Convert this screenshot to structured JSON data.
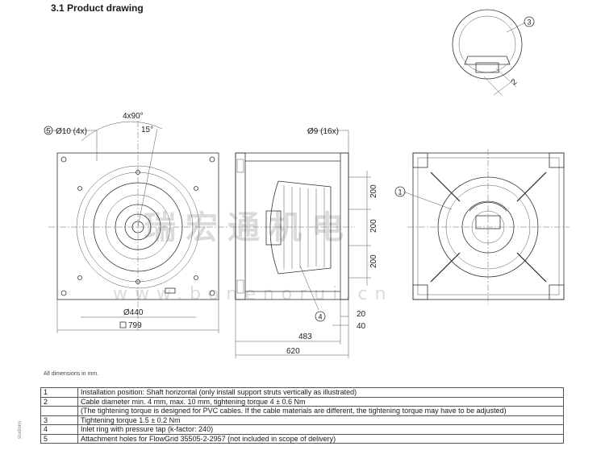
{
  "heading": "3.1 Product drawing",
  "dims": {
    "angle_4x90": "4x90°",
    "angle_15": "15°",
    "label_5": "5",
    "holes_10": "Ø10 (4x)",
    "holes_9": "Ø9 (16x)",
    "d440": "Ø440",
    "sq799": "799",
    "d200a": "200",
    "d200b": "200",
    "d200c": "200",
    "d20": "20",
    "d40": "40",
    "d483": "483",
    "d620": "620",
    "label_1": "1",
    "label_2": "2",
    "label_3": "3",
    "label_4": "4"
  },
  "watermark": {
    "cn": "瑞宏通机电",
    "url": "www.bonenorui.cn"
  },
  "note": "All dimensions in mm.",
  "notes": [
    {
      "num": "1",
      "text": "Installation position: Shaft horizontal (only install support struts vertically as illustrated)"
    },
    {
      "num": "2",
      "text": "Cable diameter min. 4 mm, max. 10 mm, tightening torque 4 ± 0.6 Nm"
    },
    {
      "num": "",
      "text": "(The tightening torque is designed for PVC cables. If the cable materials are different, the tightening torque may have to be adjusted)"
    },
    {
      "num": "3",
      "text": "Tightening torque 1.5 ± 0.2 Nm"
    },
    {
      "num": "4",
      "text": "Inlet ring with pressure tap (k-factor: 240)"
    },
    {
      "num": "5",
      "text": "Attachment holes for FlowGrid 35505-2-2957 (not included in scope of delivery)"
    }
  ],
  "side_text": "studions"
}
